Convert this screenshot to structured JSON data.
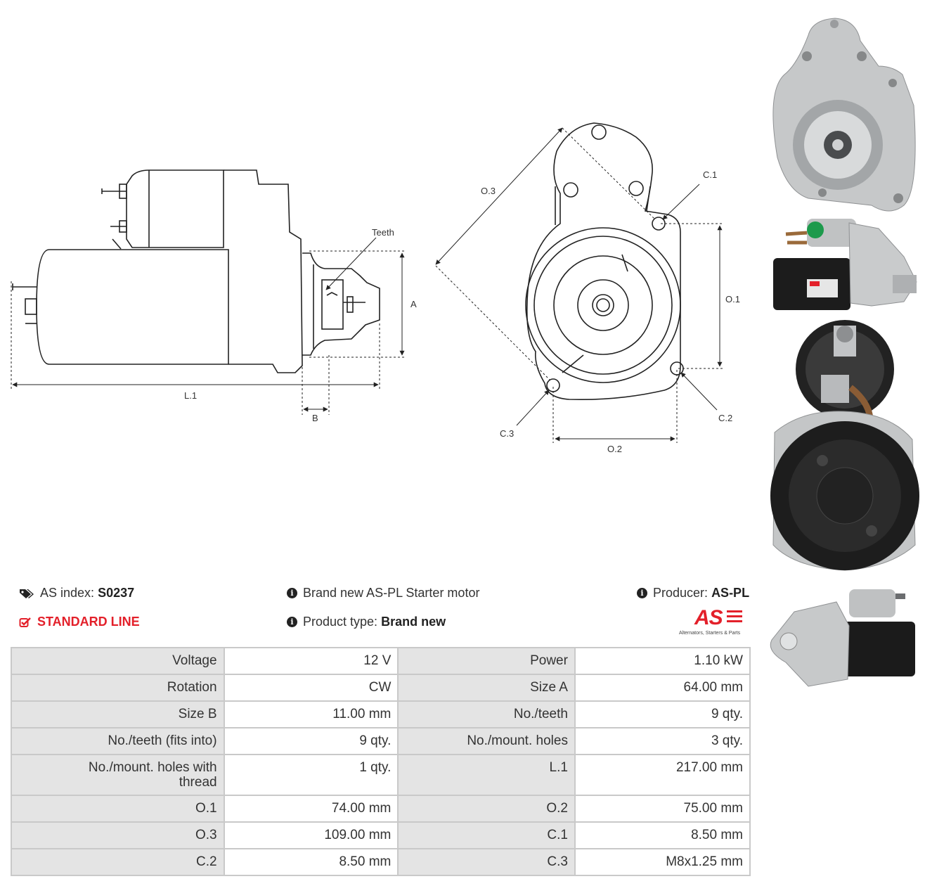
{
  "diagram": {
    "labels": {
      "teeth": "Teeth",
      "a": "A",
      "b": "B",
      "l1": "L.1",
      "o1": "O.1",
      "o2": "O.2",
      "o3": "O.3",
      "c1": "C.1",
      "c2": "C.2",
      "c3": "C.3"
    }
  },
  "photos": [
    {
      "icon": "starter-front-view-photo"
    },
    {
      "icon": "starter-side-view-photo"
    },
    {
      "icon": "starter-rear-view-photo"
    },
    {
      "icon": "starter-angle-view-photo"
    }
  ],
  "info": {
    "as_index_label": "AS index:",
    "as_index_value": "S0237",
    "line": "STANDARD LINE",
    "title": "Brand new AS-PL Starter motor",
    "product_type_label": "Product type:",
    "product_type_value": "Brand new",
    "producer_label": "Producer:",
    "producer_value": "AS-PL",
    "logo_text": "AS",
    "logo_tagline": "Alternators, Starters & Parts",
    "colors": {
      "accent": "#e3202a",
      "label_bg": "#e4e4e4",
      "border": "#c9c9c9"
    }
  },
  "specs": [
    {
      "l1": "Voltage",
      "v1": "12 V",
      "l2": "Power",
      "v2": "1.10 kW"
    },
    {
      "l1": "Rotation",
      "v1": "CW",
      "l2": "Size A",
      "v2": "64.00 mm"
    },
    {
      "l1": "Size B",
      "v1": "11.00 mm",
      "l2": "No./teeth",
      "v2": "9 qty."
    },
    {
      "l1": "No./teeth (fits into)",
      "v1": "9 qty.",
      "l2": "No./mount. holes",
      "v2": "3 qty."
    },
    {
      "l1": "No./mount. holes with thread",
      "v1": "1 qty.",
      "l2": "L.1",
      "v2": "217.00 mm"
    },
    {
      "l1": "O.1",
      "v1": "74.00 mm",
      "l2": "O.2",
      "v2": "75.00 mm"
    },
    {
      "l1": "O.3",
      "v1": "109.00 mm",
      "l2": "C.1",
      "v2": "8.50 mm"
    },
    {
      "l1": "C.2",
      "v1": "8.50 mm",
      "l2": "C.3",
      "v2": "M8x1.25 mm"
    }
  ]
}
